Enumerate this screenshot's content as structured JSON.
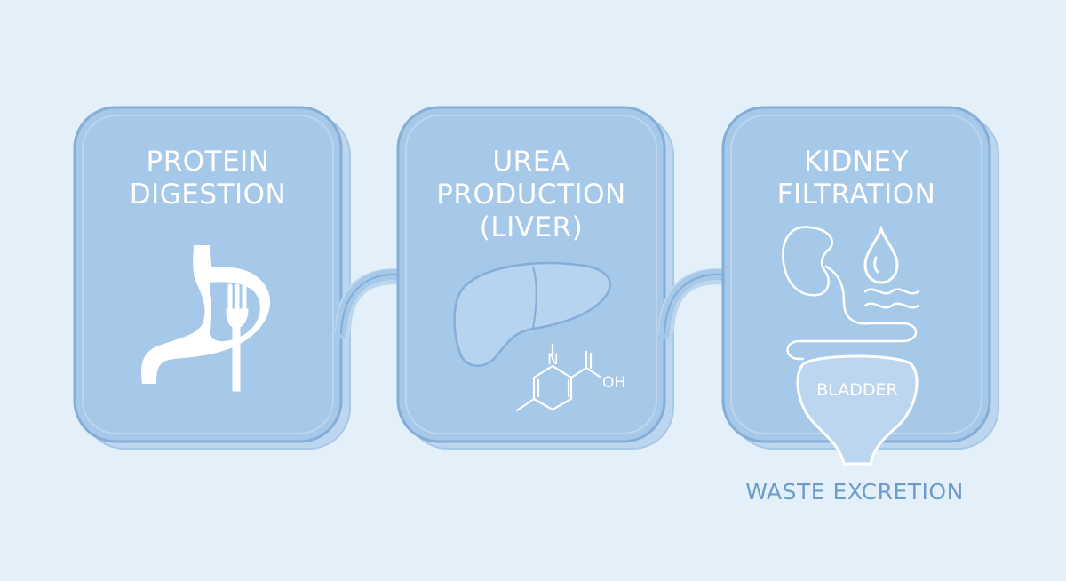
{
  "colors": {
    "background": "#e3f0fa",
    "card_fill": "#a6c8e9",
    "card_outline": "#84aed8",
    "card_shadow": "#bcd6ef",
    "icon_white": "#ffffff",
    "accent_text": "#6d9cc8"
  },
  "steps": [
    {
      "title_lines": [
        "PROTEIN",
        "DIGESTION"
      ],
      "icon": "stomach-with-fork-icon"
    },
    {
      "title_lines": [
        "UREA",
        "PRODUCTION",
        "(LIVER)"
      ],
      "icon": "liver-icon",
      "molecule_label": "OH"
    },
    {
      "title_lines": [
        "KIDNEY",
        "FILTRATION"
      ],
      "icon": "kidney-icon",
      "secondary_icon": "water-drop-icon",
      "bladder_label": "BLADDER"
    }
  ],
  "connectors": [
    "curved-arrow-icon",
    "curved-arrow-icon"
  ],
  "footer": {
    "label": "WASTE EXCRETION"
  }
}
